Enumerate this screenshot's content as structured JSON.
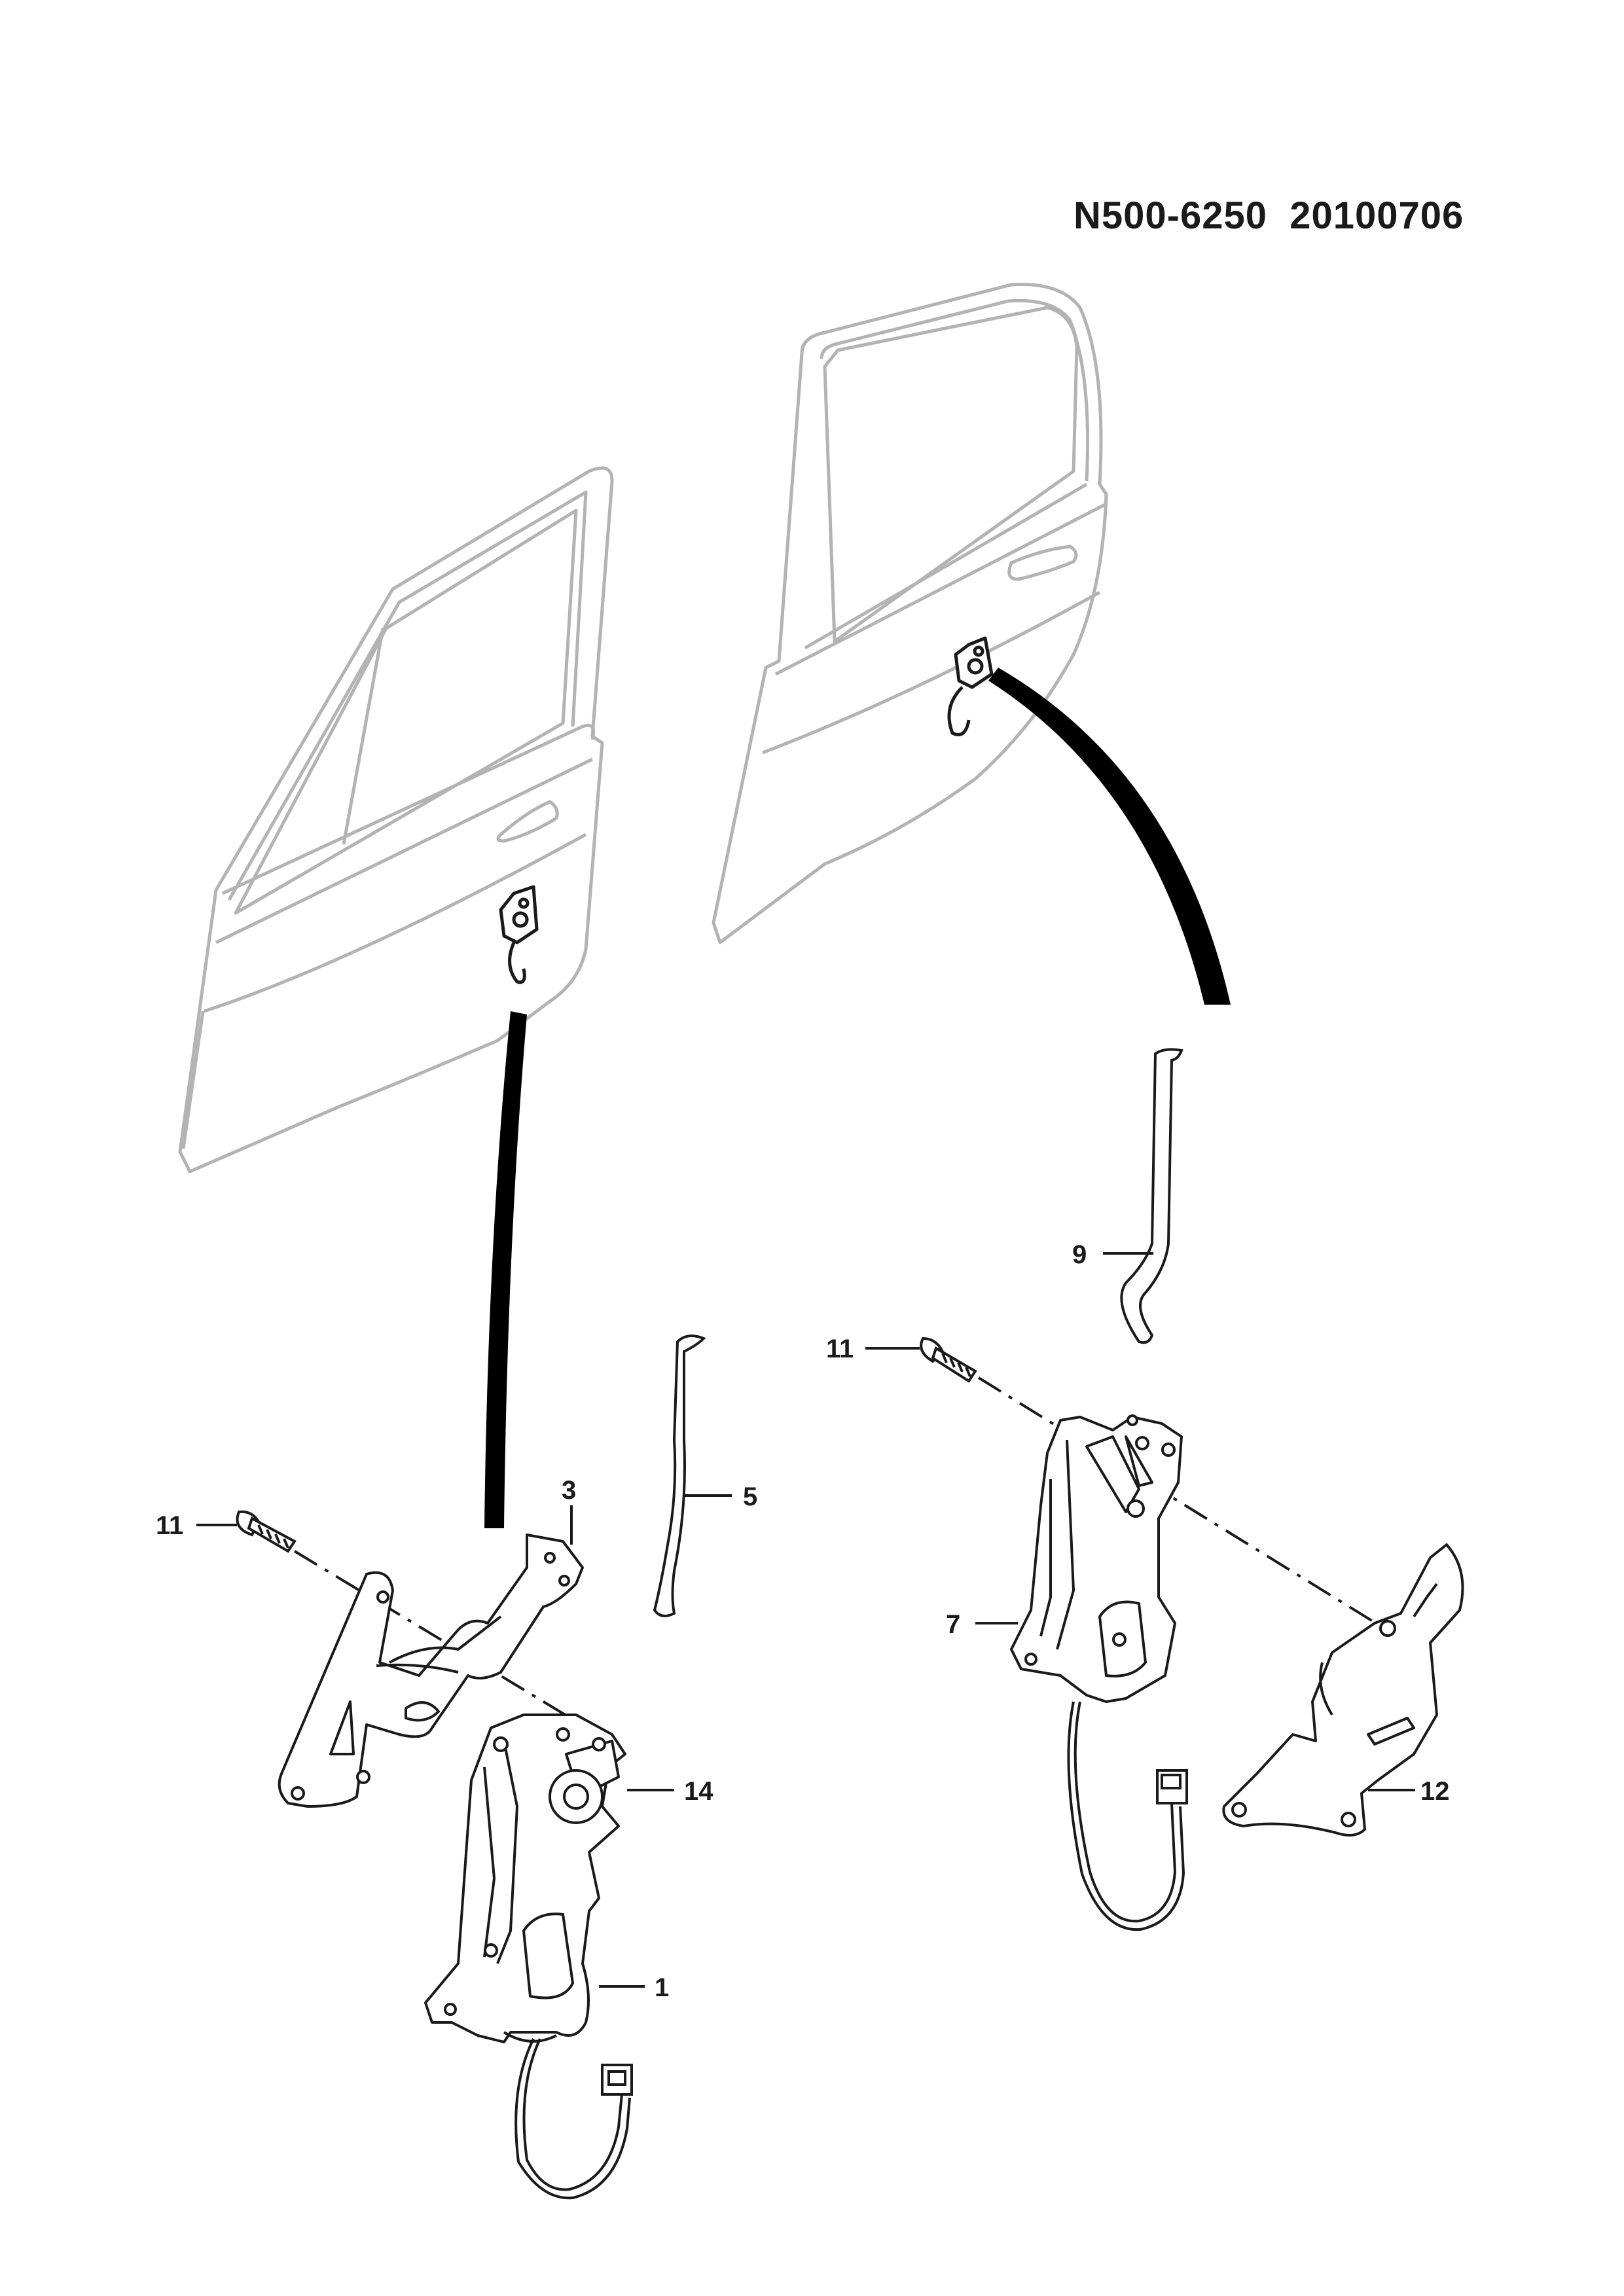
{
  "header": {
    "code": "N500-6250  20100706"
  },
  "callouts": {
    "c1": "1",
    "c3": "3",
    "c5": "5",
    "c7": "7",
    "c9": "9",
    "c11_left": "11",
    "c11_right": "11",
    "c12": "12",
    "c14": "14"
  },
  "colors": {
    "door_outline": "#b3b3b3",
    "part_line": "#1a1a1a",
    "harness": "#000000"
  }
}
